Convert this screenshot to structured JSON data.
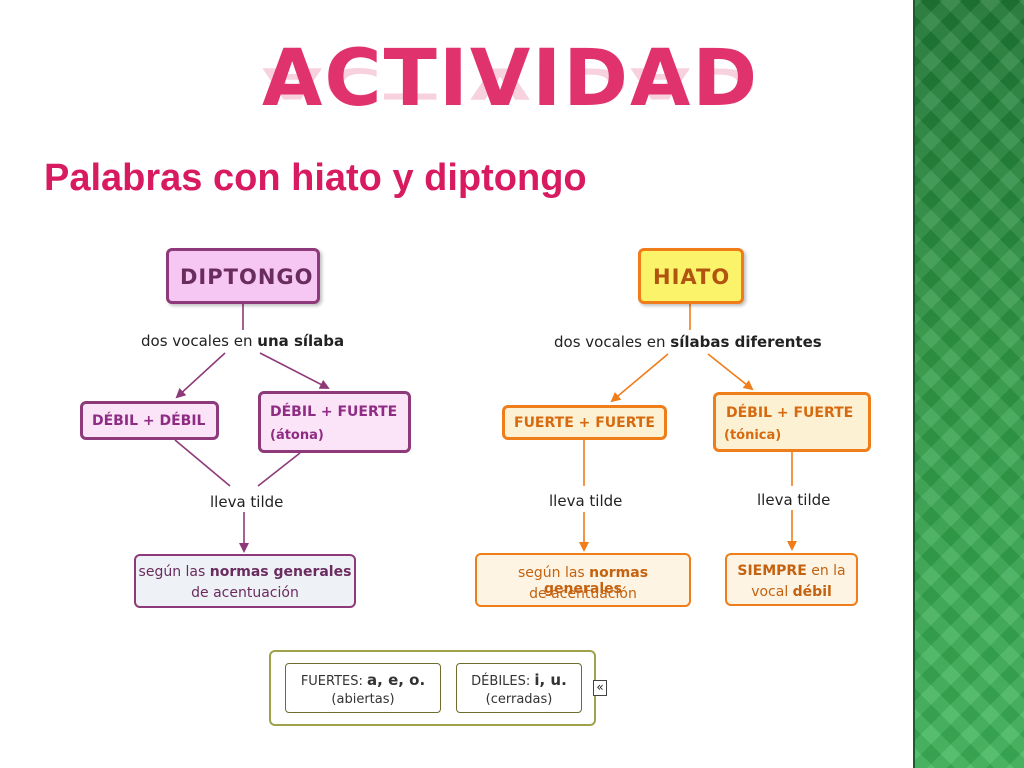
{
  "title": "ACTIVIDAD",
  "subtitle": "Palabras con hiato y diptongo",
  "diptongo": {
    "head": "DIPTONGO",
    "desc_pre": "dos vocales en ",
    "desc_bold": "una sílaba",
    "left": "DÉBIL + DÉBIL",
    "right_line1": "DÉBIL + FUERTE",
    "right_line2": "(átona)",
    "connector": "lleva tilde",
    "result_pre": "según las ",
    "result_bold": "normas generales",
    "result_line2": "de acentuación"
  },
  "hiato": {
    "head": "HIATO",
    "desc_pre": "dos vocales en ",
    "desc_bold": "sílabas diferentes",
    "left": "FUERTE + FUERTE",
    "right_line1": "DÉBIL + FUERTE",
    "right_line2": "(tónica)",
    "left_connector": "lleva tilde",
    "right_connector": "lleva tilde",
    "left_result_pre": "según las ",
    "left_result_bold": "normas generales",
    "left_result_line2": "de acentuación",
    "right_result_bold1": "SIEMPRE",
    "right_result_pre": " en la",
    "right_result_line2_pre": "vocal ",
    "right_result_bold2": "débil"
  },
  "legend": {
    "strong_label": "FUERTES: ",
    "strong_vowels": "a, e, o.",
    "strong_sub": "(abiertas)",
    "weak_label": "DÉBILES: ",
    "weak_vowels": "i, u.",
    "weak_sub": "(cerradas)",
    "collapse_symbol": "«"
  },
  "colors": {
    "accent": "#e0336e",
    "diptongo": "#8e3a7a",
    "hiato": "#ee7d1a",
    "strip": "#2f9a45"
  }
}
